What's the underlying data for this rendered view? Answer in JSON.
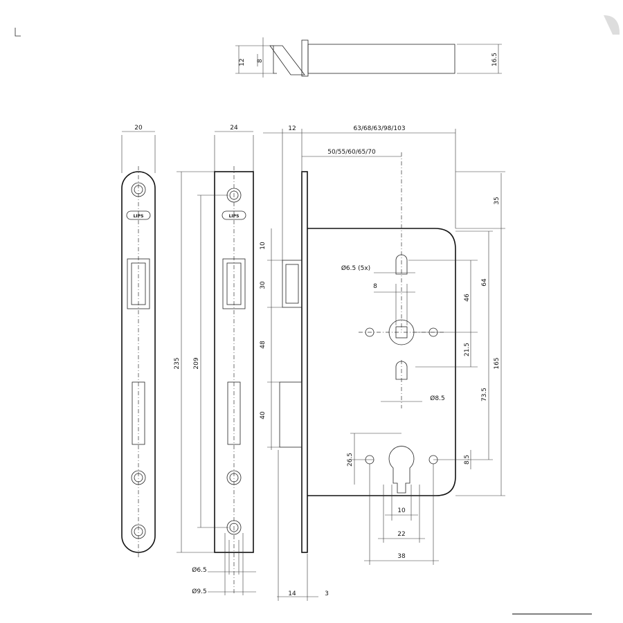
{
  "drawing": {
    "top_view": {
      "dim_height": "12",
      "dim_bolt": "8",
      "dim_right": "16.5"
    },
    "faceplate_a": {
      "width": "20",
      "logo": "LIPS"
    },
    "faceplate_b": {
      "width": "24",
      "logo": "LIPS",
      "total": "235",
      "inner": "209"
    },
    "side": {
      "offset": "12",
      "backset_total": "63/68/63/98/103",
      "backset": "50/55/60/65/70",
      "latch_h": "10",
      "latch_gap": "30",
      "mid_gap": "48",
      "deadbolt_h": "40",
      "bottom_left": "14",
      "bottom_right": "3"
    },
    "case": {
      "holes": "Ø6.5 (5x)",
      "spindle": "8",
      "d46": "46",
      "d64": "64",
      "d215": "21.5",
      "d735": "73.5",
      "d165": "165",
      "d35": "35",
      "hole_b": "Ø8.5",
      "d265": "26.5",
      "d85": "8.5",
      "cyl10": "10",
      "cyl22": "22",
      "cyl38": "38"
    },
    "bottom": {
      "screw_small": "Ø6.5",
      "screw_large": "Ø9.5"
    }
  }
}
